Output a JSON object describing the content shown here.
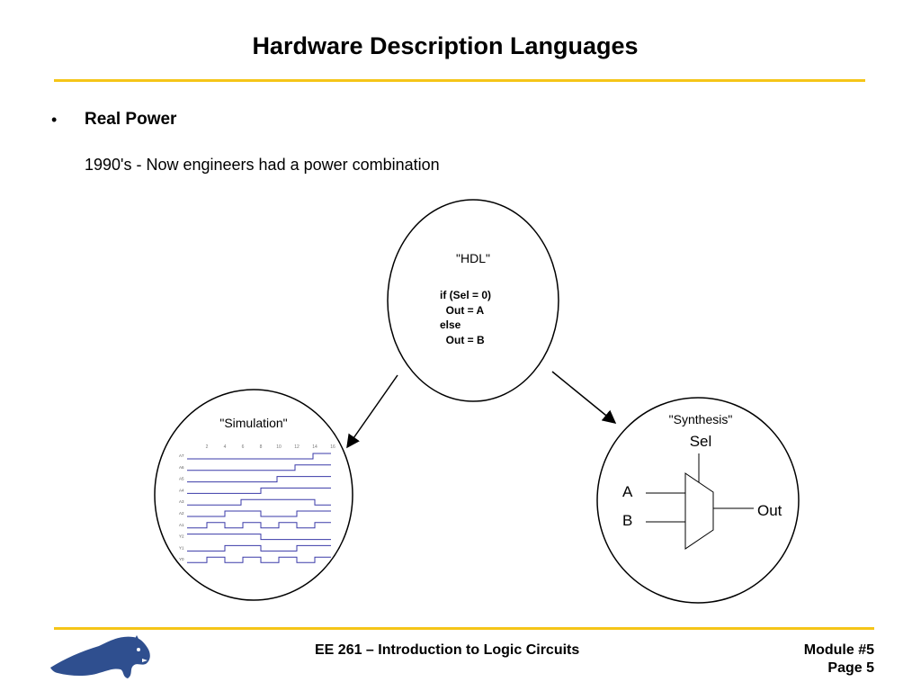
{
  "slide": {
    "title": "Hardware Description Languages",
    "bullet_symbol": "•",
    "bullet_heading": "Real Power",
    "subline": "1990's  - Now engineers had a power combination"
  },
  "hdl": {
    "label": "\"HDL\"",
    "code": [
      "if (Sel = 0)",
      "  Out = A",
      "else",
      "  Out = B"
    ]
  },
  "simulation": {
    "label": "\"Simulation\"",
    "time_ticks": [
      "2",
      "4",
      "6",
      "8",
      "10",
      "12",
      "14",
      "16"
    ],
    "signals": [
      "A7",
      "A6",
      "A5",
      "A4",
      "A3",
      "A2",
      "A1",
      "Y2",
      "Y1",
      "Y0"
    ]
  },
  "synthesis": {
    "label": "\"Synthesis\"",
    "sel": "Sel",
    "input_a": "A",
    "input_b": "B",
    "output": "Out"
  },
  "footer": {
    "course": "EE 261 – Introduction to Logic Circuits",
    "module": "Module #5",
    "page": "Page 5"
  },
  "colors": {
    "accent_rule": "#f5c518",
    "waveform": "#3a3aa8",
    "logo": "#2f4f8f"
  }
}
